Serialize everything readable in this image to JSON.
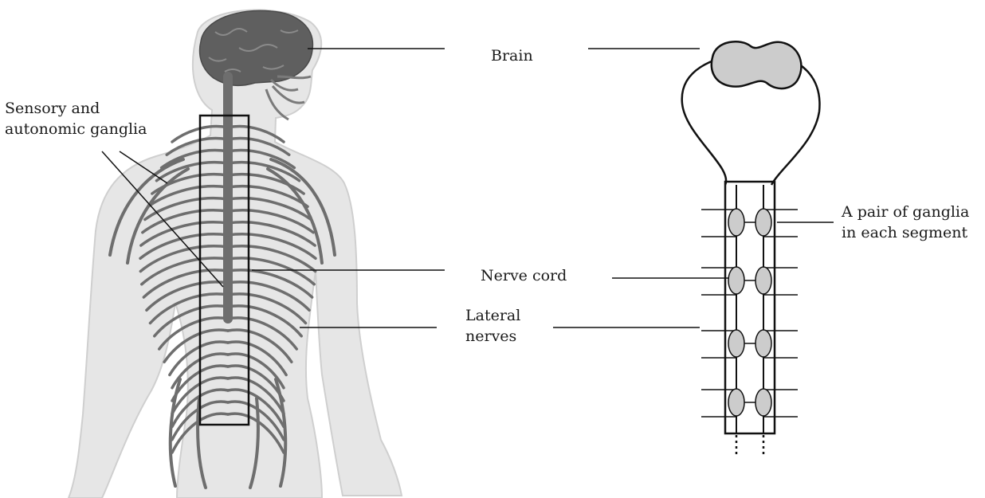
{
  "labels": {
    "brain": "Brain",
    "ganglia_line1": "Sensory and",
    "ganglia_line2": "autonomic ganglia",
    "nerve_cord": "Nerve cord",
    "lateral_line1": "Lateral",
    "lateral_line2": "nerves",
    "pair_line1": "A pair of ganglia",
    "pair_line2": "in each segment"
  },
  "colors": {
    "body_fill": "#e6e6e6",
    "body_outline": "#cfcfcf",
    "brain_fill": "#5f5f5f",
    "nerve": "#6e6e6e",
    "ganglion_fill": "#cccccc",
    "line": "#111111"
  }
}
